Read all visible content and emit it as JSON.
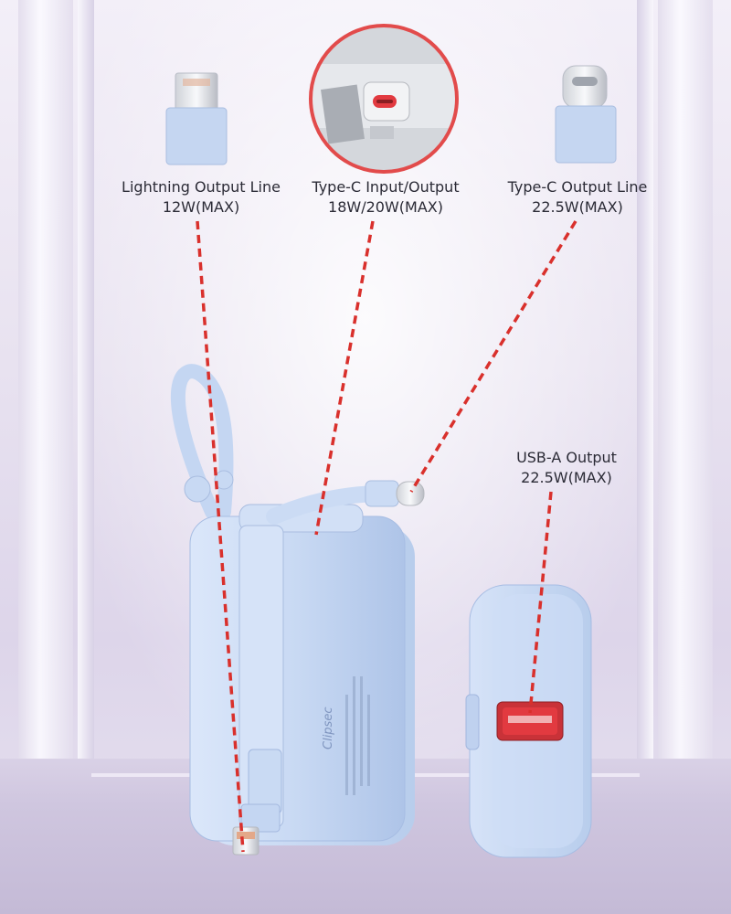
{
  "labels": {
    "lightning": {
      "title": "Lightning Output Line",
      "power": "12W(MAX)"
    },
    "typec_io": {
      "title": "Type-C Input/Output",
      "power": "18W/20W(MAX)"
    },
    "typec_line": {
      "title": "Type-C Output Line",
      "power": "22.5W(MAX)"
    },
    "usba": {
      "title": "USB-A Output",
      "power": "22.5W(MAX)"
    }
  },
  "device": {
    "brand": "Clipsec"
  },
  "colors": {
    "dash": "#d9302c",
    "device_body": "#c9daf3",
    "port_red": "#e23a40",
    "magnifier_ring": "#e24b4b"
  }
}
